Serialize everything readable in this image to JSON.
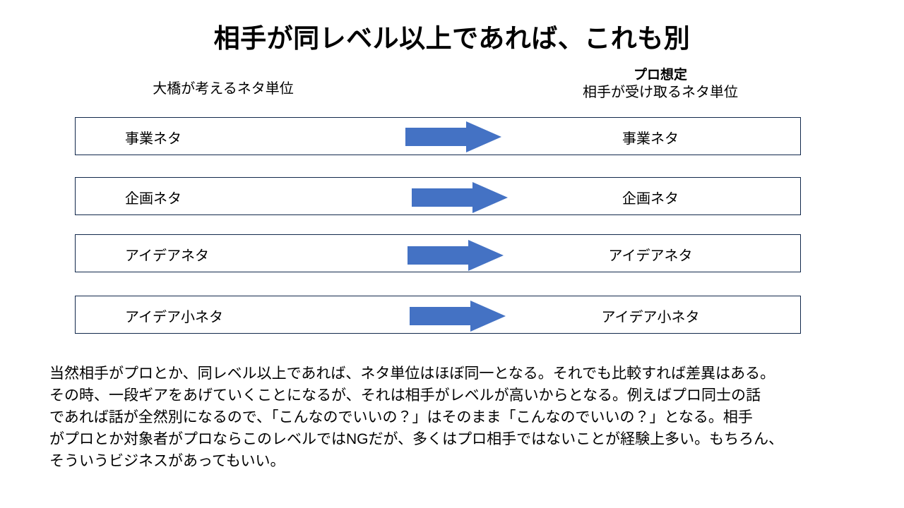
{
  "slide": {
    "title": "相手が同レベル以上であれば、これも別",
    "background_color": "#ffffff",
    "text_color": "#000000"
  },
  "columns": {
    "left_header": "大橋が考えるネタ単位",
    "right_header_emphasis": "プロ想定",
    "right_header": "相手が受け取るネタ単位"
  },
  "diagram": {
    "arrow_color": "#4472c4",
    "box_border_color": "#11284b",
    "rows": [
      {
        "left": "事業ネタ",
        "right": "事業ネタ",
        "arrow": "right-arrow"
      },
      {
        "left": "企画ネタ",
        "right": "企画ネタ",
        "arrow": "right-arrow"
      },
      {
        "left": "アイデアネタ",
        "right": "アイデアネタ",
        "arrow": "right-arrow"
      },
      {
        "left": "アイデア小ネタ",
        "right": "アイデア小ネタ",
        "arrow": "right-arrow"
      }
    ]
  },
  "body": {
    "lines": [
      "当然相手がプロとか、同レベル以上であれば、ネタ単位はほぼ同一となる。それでも比較すれば差異はある。",
      "その時、一段ギアをあげていくことになるが、それは相手がレベルが高いからとなる。例えばプロ同士の話",
      "であれば話が全然別になるので、「こんなのでいいの？」はそのまま「こんなのでいいの？」となる。相手",
      "がプロとか対象者がプロならこのレベルではNGだが、多くはプロ相手ではないことが経験上多い。もちろん、",
      "そういうビジネスがあってもいい。"
    ]
  }
}
